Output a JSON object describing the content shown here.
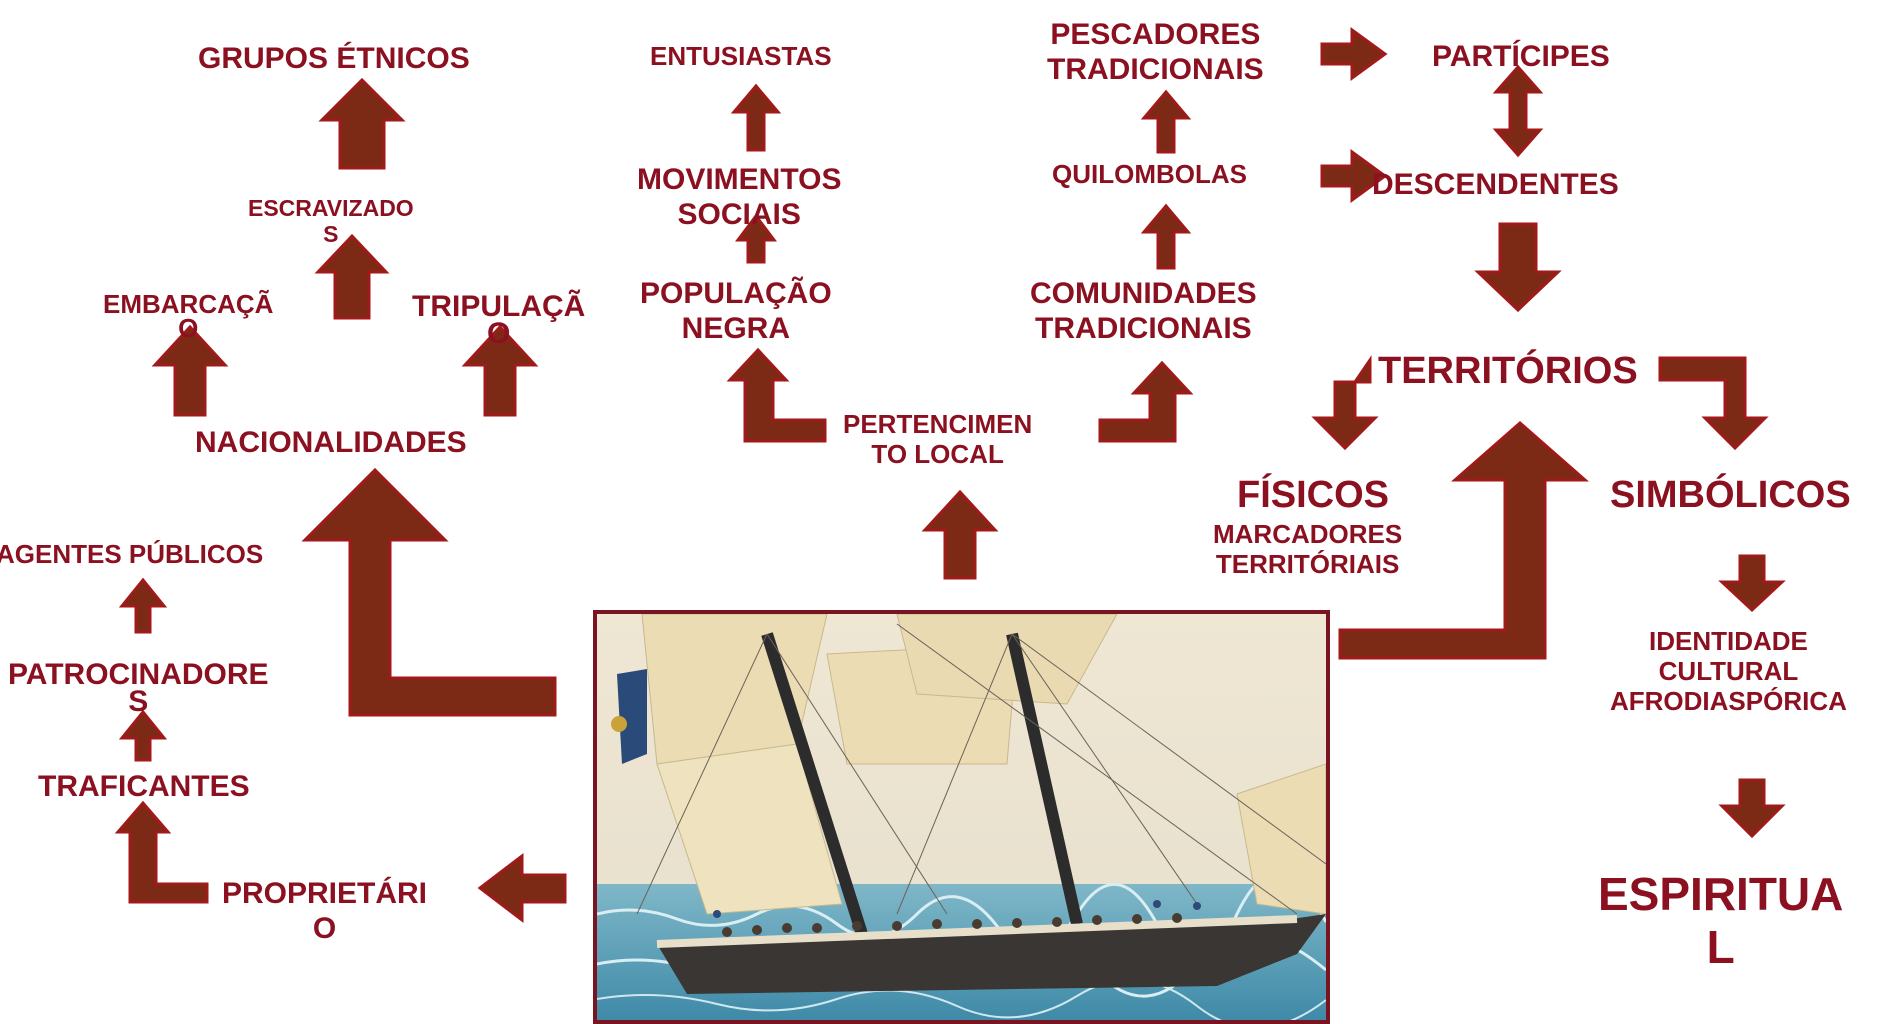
{
  "colors": {
    "arrow_fill": "#7c2a16",
    "arrow_stroke": "#a01a1a",
    "text": "#8b1020",
    "frame": "#7a1420",
    "sky": "#efe7d4",
    "sail": "#ecdcb4",
    "sea": "#5aa0b8",
    "hull": "#3a3634"
  },
  "nodes": {
    "grupos_etnicos": "GRUPOS ÉTNICOS",
    "escravizados_1": "ESCRAVIZADO",
    "escravizados_2": "S",
    "embarcacao_1": "EMBARCAÇÃ",
    "embarcacao_2": "O",
    "tripulacao_1": "TRIPULAÇÃ",
    "tripulacao_2": "O",
    "nacionalidades": "NACIONALIDADES",
    "agentes_publicos": "AGENTES PÚBLICOS",
    "patrocinadores_1": "PATROCINADORE",
    "patrocinadores_2": "S",
    "traficantes": "TRAFICANTES",
    "proprietario_1": "PROPRIETÁRI",
    "proprietario_2": "O",
    "entusiastas": "ENTUSIASTAS",
    "movimentos_1": "MOVIMENTOS",
    "movimentos_2": "SOCIAIS",
    "populacao_1": "POPULAÇÃO",
    "populacao_2": "NEGRA",
    "pertencimento_1": "PERTENCIMEN",
    "pertencimento_2": "TO LOCAL",
    "pescadores_1": "PESCADORES",
    "pescadores_2": "TRADICIONAIS",
    "quilombolas": "QUILOMBOLAS",
    "comunidades_1": "COMUNIDADES",
    "comunidades_2": "TRADICIONAIS",
    "participes": "PARTÍCIPES",
    "descendentes": "DESCENDENTES",
    "territorios": "TERRITÓRIOS",
    "fisicos": "FÍSICOS",
    "marcadores_1": "MARCADORES",
    "marcadores_2": "TERRITÓRIAIS",
    "simbolicos": "SIMBÓLICOS",
    "identidade_1": "IDENTIDADE",
    "identidade_2": "CULTURAL",
    "identidade_3": "AFRODIASPÓRICA",
    "espiritual_1": "ESPIRITUA",
    "espiritual_2": "L"
  }
}
